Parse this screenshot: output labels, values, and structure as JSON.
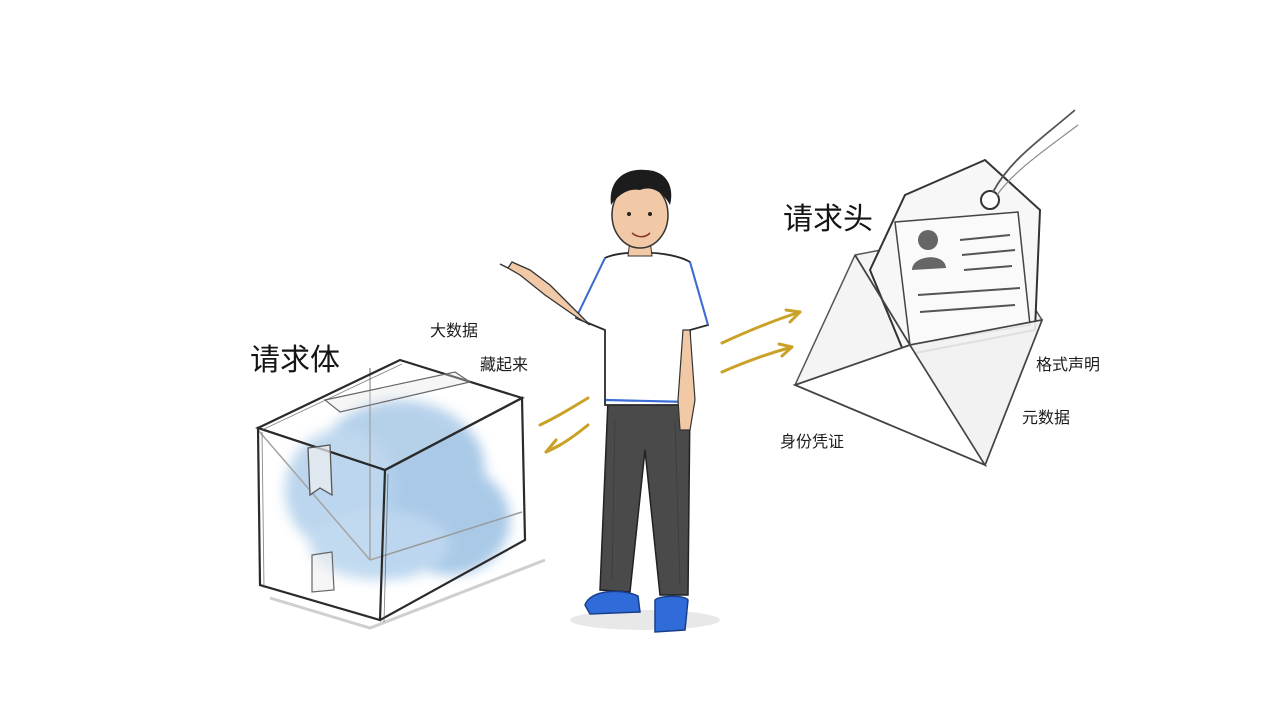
{
  "labels": {
    "body_title": "请求体",
    "body_note_1": "大数据",
    "body_note_2": "藏起来",
    "header_title": "请求头",
    "header_note_format": "格式声明",
    "header_note_meta": "元数据",
    "header_note_auth": "身份凭证"
  },
  "colors": {
    "ink": "#1a1a1a",
    "pencil": "#555555",
    "arrow": "#c9a227",
    "box_fill": "#8db8e0",
    "shirt": "#ffffff",
    "shirt_trim": "#3b6fd6",
    "pants": "#4a4a4a",
    "shoes": "#2f6bd9",
    "skin": "#f2c9a6",
    "hair": "#1c1c1c"
  }
}
